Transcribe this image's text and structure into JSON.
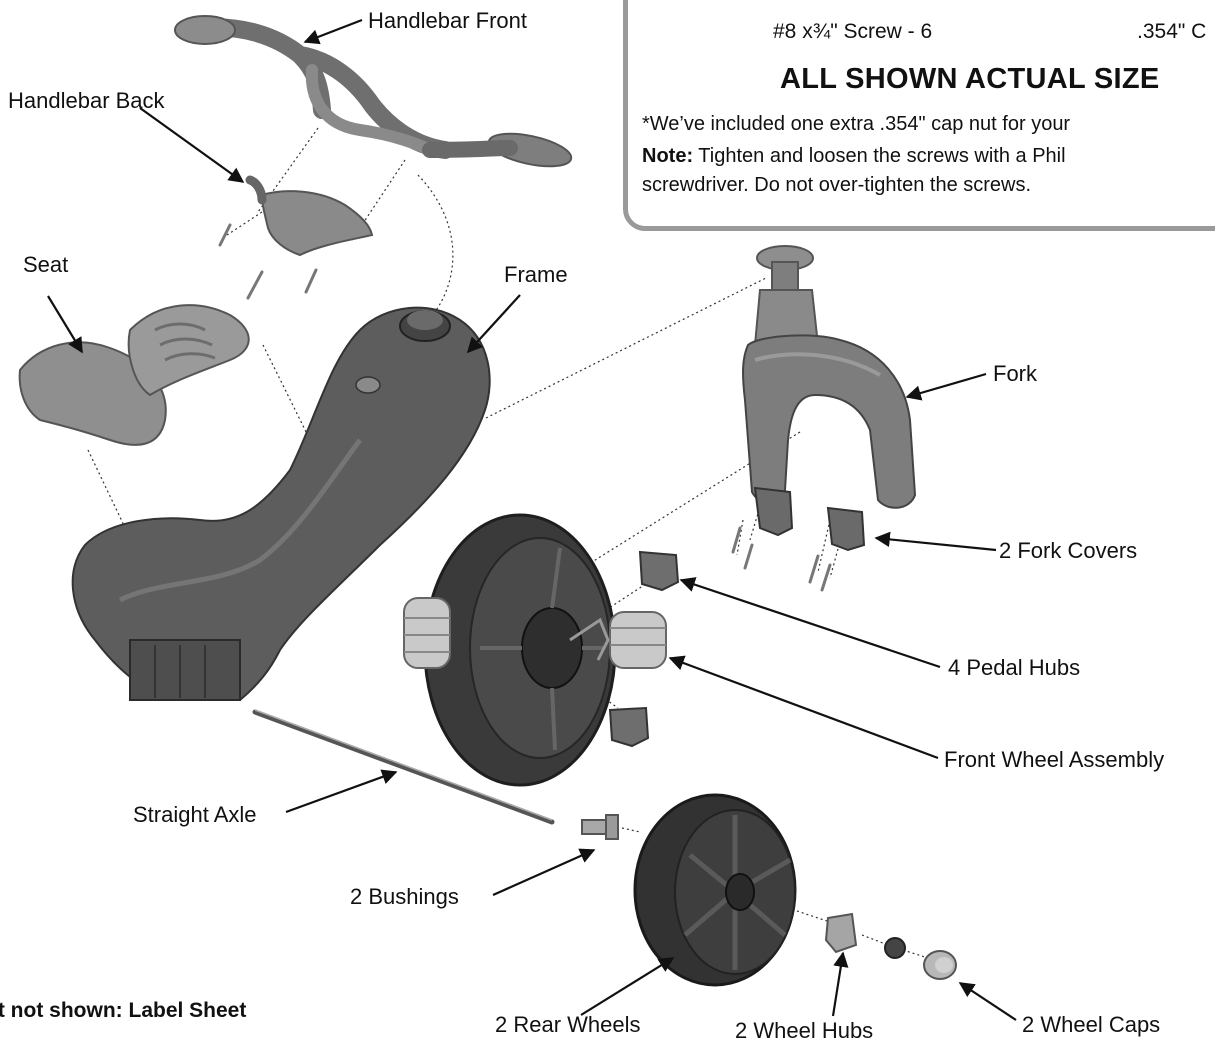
{
  "hardware": {
    "screw_label": "#8 x¾\" Screw - 6",
    "cap_nut_label": ".354\" C",
    "actual_size_heading": "ALL SHOWN ACTUAL SIZE",
    "extra_note": "*We’ve included one extra .354\" cap nut for your",
    "note_prefix": "Note:",
    "note_line1_rest": " Tighten and loosen the screws with a Phil",
    "note_line2": "screwdriver. Do not over-tighten the screws."
  },
  "labels": {
    "handlebar_front": "Handlebar Front",
    "handlebar_back": "Handlebar Back",
    "seat": "Seat",
    "frame": "Frame",
    "fork": "Fork",
    "fork_covers": "2 Fork Covers",
    "pedal_hubs": "4 Pedal Hubs",
    "front_wheel_assembly": "Front Wheel Assembly",
    "straight_axle": "Straight Axle",
    "bushings": "2 Bushings",
    "rear_wheels": "2 Rear Wheels",
    "wheel_hubs": "2 Wheel Hubs",
    "wheel_caps": "2 Wheel Caps"
  },
  "footer_note": "art not shown: Label Sheet"
}
